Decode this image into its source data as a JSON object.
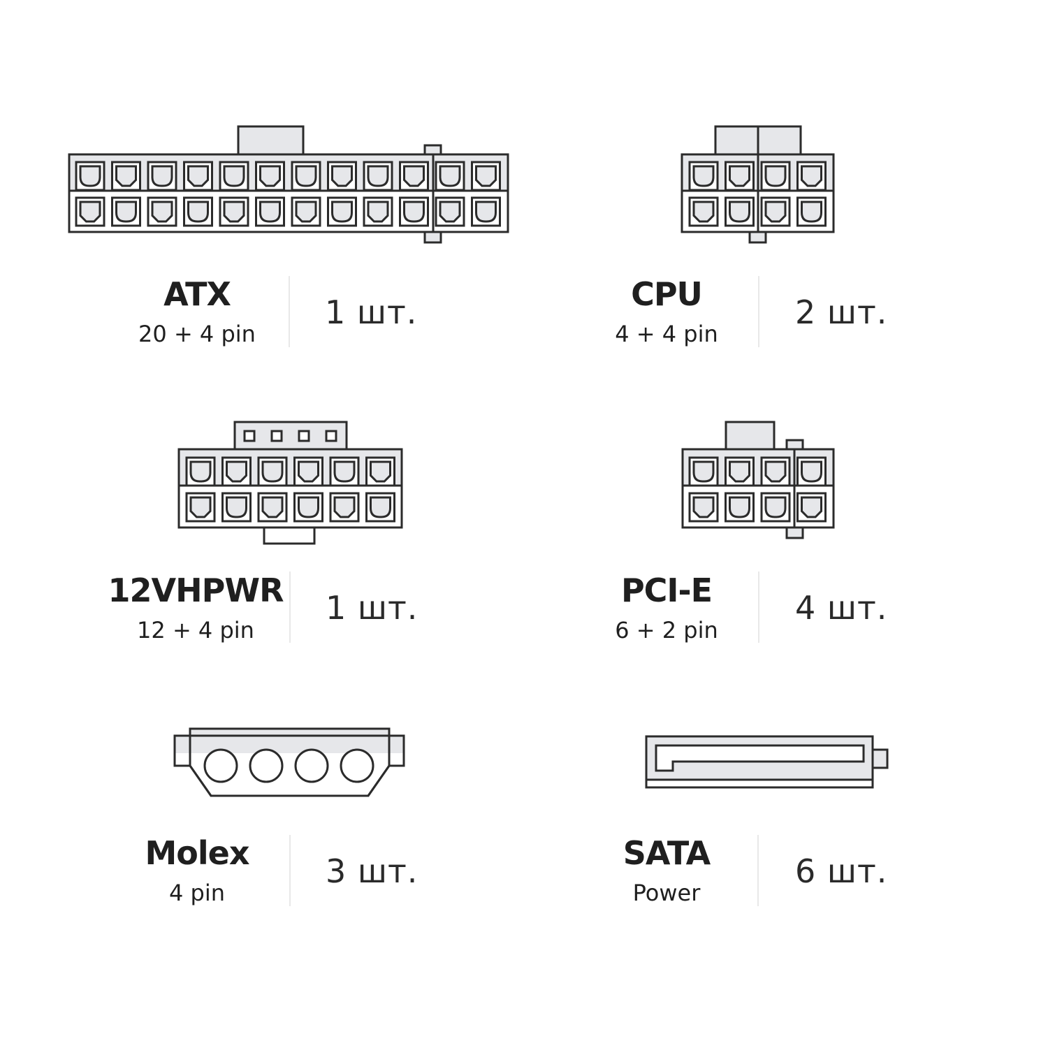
{
  "colors": {
    "stroke": "#2b2b2b",
    "fill": "#e6e7ea",
    "text": "#1f1f1f",
    "divider": "#e8e8e8"
  },
  "connectors": [
    {
      "id": "atx",
      "name": "ATX",
      "spec": "20 + 4 pin",
      "count": "1 шт.",
      "icon": "atx-connector-icon"
    },
    {
      "id": "cpu",
      "name": "CPU",
      "spec": "4 + 4 pin",
      "count": "2 шт.",
      "icon": "cpu-connector-icon"
    },
    {
      "id": "12vhpwr",
      "name": "12VHPWR",
      "spec": "12 + 4 pin",
      "count": "1 шт.",
      "icon": "12vhpwr-connector-icon"
    },
    {
      "id": "pcie",
      "name": "PCI-E",
      "spec": "6 + 2 pin",
      "count": "4 шт.",
      "icon": "pcie-connector-icon"
    },
    {
      "id": "molex",
      "name": "Molex",
      "spec": "4 pin",
      "count": "3 шт.",
      "icon": "molex-connector-icon"
    },
    {
      "id": "sata",
      "name": "SATA",
      "spec": "Power",
      "count": "6 шт.",
      "icon": "sata-connector-icon"
    }
  ]
}
